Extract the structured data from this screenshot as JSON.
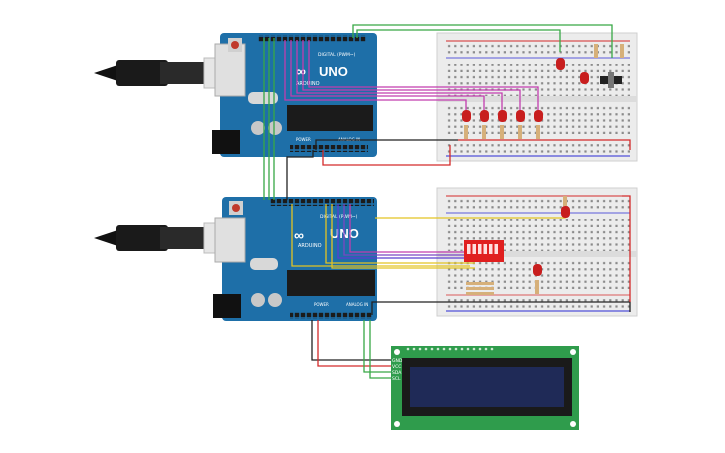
{
  "boards": [
    {
      "model": "UNO",
      "brand": "ARDUINO",
      "digital_label": "DIGITAL (PWM~)",
      "power_label": "POWER",
      "analog_label": "ANALOG IN"
    },
    {
      "model": "UNO",
      "brand": "ARDUINO",
      "digital_label": "DIGITAL (PWM~)",
      "power_label": "POWER",
      "analog_label": "ANALOG IN"
    }
  ],
  "lcd": {
    "pins": [
      "GND",
      "VCC",
      "SDA",
      "SCL"
    ]
  },
  "colors": {
    "board": "#1e6fa8",
    "breadboard": "#ececec",
    "wire_red": "#d42a2a",
    "wire_black": "#222222",
    "wire_green": "#37a845",
    "wire_magenta": "#c23cae",
    "wire_yellow": "#e3c423",
    "led_red": "#c81e1e",
    "lcd_pcb": "#2f9c4c",
    "lcd_screen": "#1f2a57",
    "dip_switch": "#e01f1f"
  },
  "icons": [
    "usb-cable-icon",
    "reset-button-icon",
    "led-icon",
    "resistor-icon",
    "dip-switch-icon",
    "potentiometer-icon"
  ]
}
